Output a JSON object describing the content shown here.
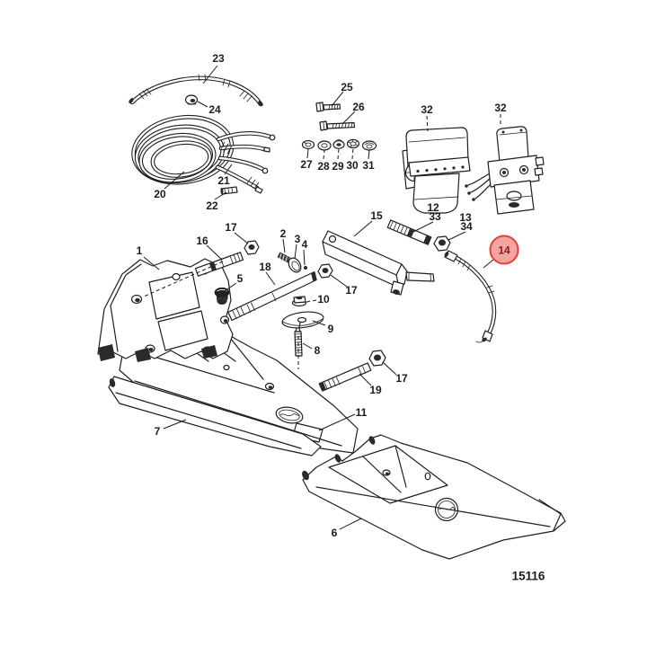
{
  "diagram": {
    "drawing_number": "15116",
    "highlight": {
      "label": "14",
      "fill": "#f4a5a1",
      "border": "#e0423a",
      "text_color": "#7c221d"
    },
    "callouts": {
      "c1": {
        "label": "1"
      },
      "c2": {
        "label": "2"
      },
      "c3": {
        "label": "3"
      },
      "c4": {
        "label": "4"
      },
      "c5": {
        "label": "5"
      },
      "c6": {
        "label": "6"
      },
      "c7": {
        "label": "7"
      },
      "c8": {
        "label": "8"
      },
      "c9": {
        "label": "9"
      },
      "c10": {
        "label": "10"
      },
      "c11": {
        "label": "11"
      },
      "c12": {
        "label": "12"
      },
      "c13": {
        "label": "13"
      },
      "c14": {
        "label": "14"
      },
      "c15": {
        "label": "15"
      },
      "c16": {
        "label": "16"
      },
      "c17a": {
        "label": "17"
      },
      "c17b": {
        "label": "17"
      },
      "c17c": {
        "label": "17"
      },
      "c18": {
        "label": "18"
      },
      "c19": {
        "label": "19"
      },
      "c20": {
        "label": "20"
      },
      "c21": {
        "label": "21"
      },
      "c22": {
        "label": "22"
      },
      "c23": {
        "label": "23"
      },
      "c24": {
        "label": "24"
      },
      "c25": {
        "label": "25"
      },
      "c26": {
        "label": "26"
      },
      "c27": {
        "label": "27"
      },
      "c28": {
        "label": "28"
      },
      "c29": {
        "label": "29"
      },
      "c30": {
        "label": "30"
      },
      "c31": {
        "label": "31"
      },
      "c32a": {
        "label": "32"
      },
      "c32b": {
        "label": "32"
      },
      "c33": {
        "label": "33"
      },
      "c34": {
        "label": "34"
      }
    }
  }
}
